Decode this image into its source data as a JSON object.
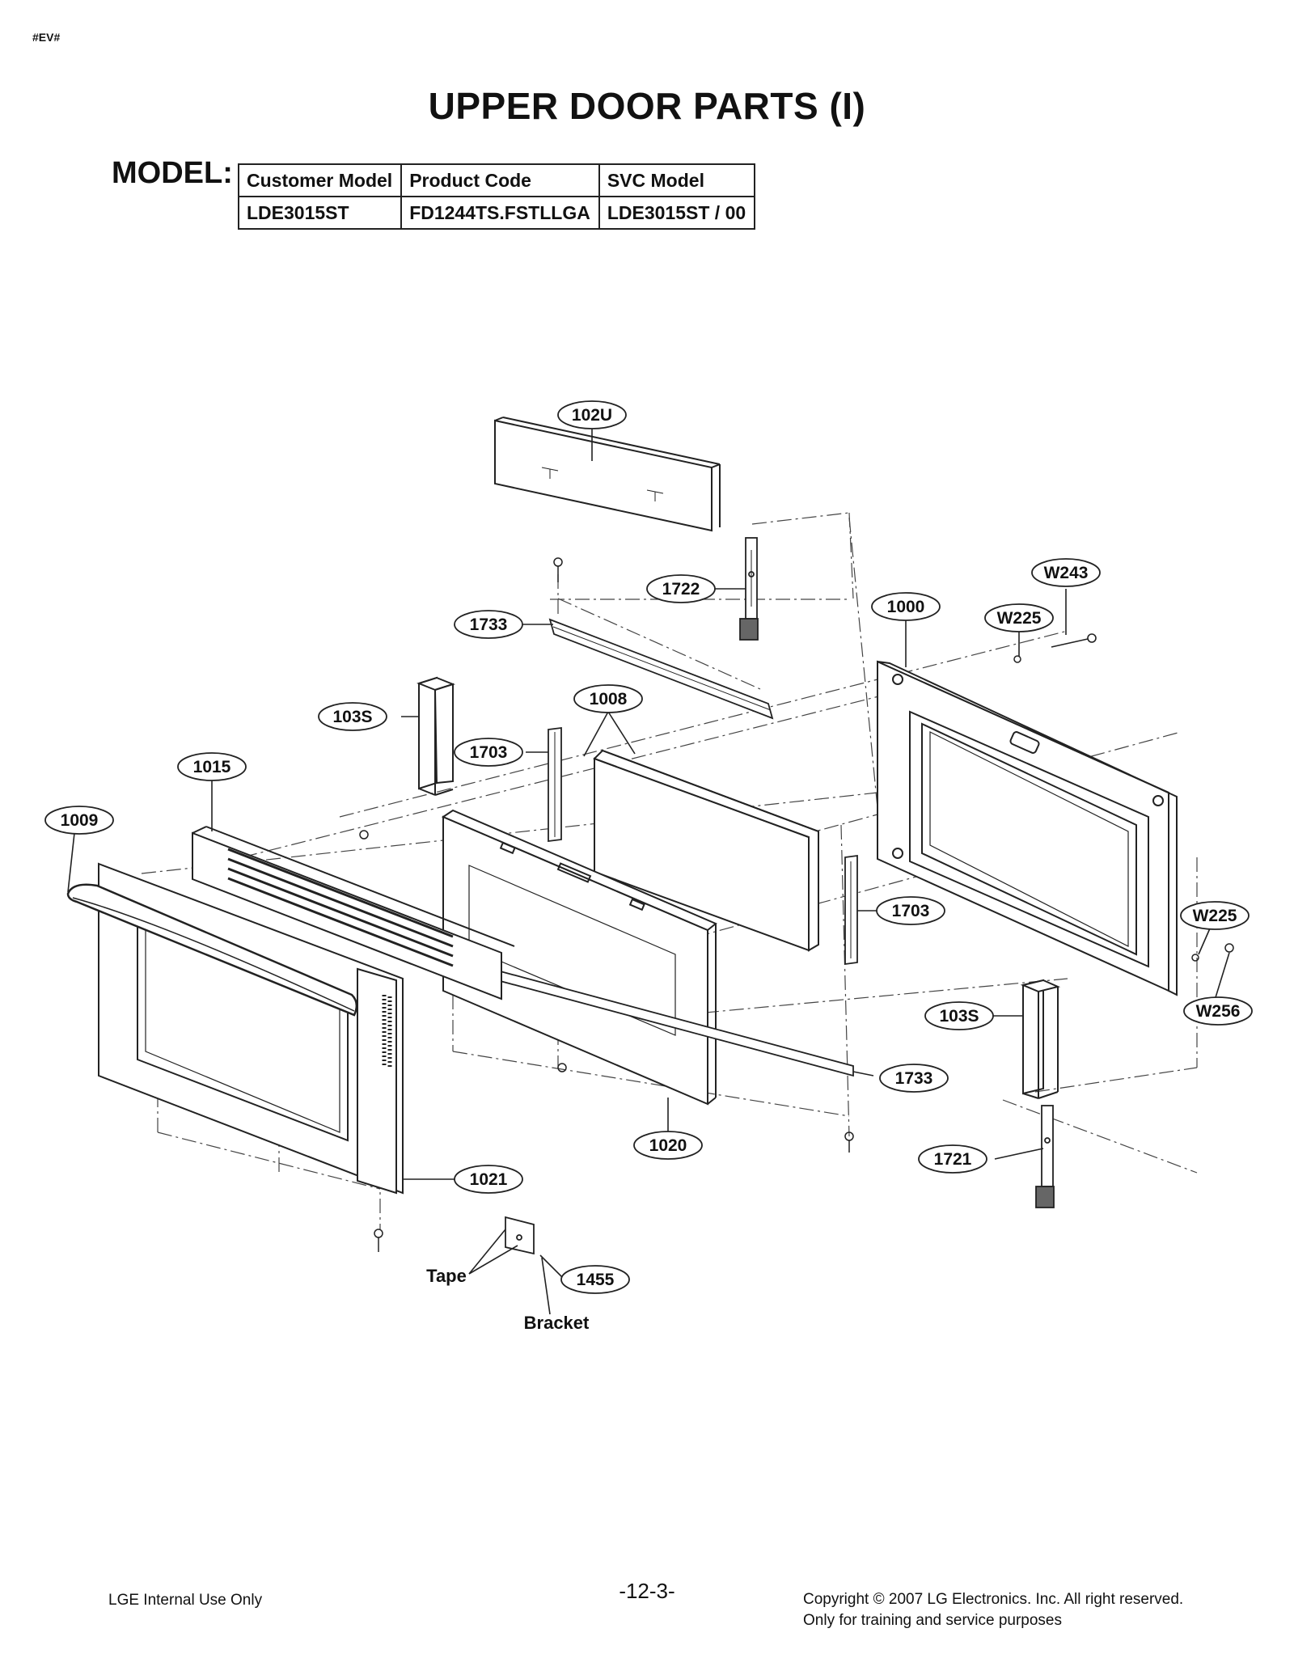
{
  "header": {
    "corner_mark": "#EV#",
    "title": "UPPER DOOR PARTS (I)",
    "model_label": "MODEL:"
  },
  "model_table": {
    "headers": [
      "Customer Model",
      "Product Code",
      "SVC Model"
    ],
    "row": [
      "LDE3015ST",
      "FD1244TS.FSTLLGA",
      "LDE3015ST / 00"
    ]
  },
  "callouts": {
    "c102u": "102U",
    "c1722": "1722",
    "w243": "W243",
    "c1000": "1000",
    "w225_top": "W225",
    "c1733_top": "1733",
    "c1008": "1008",
    "c103s_left": "103S",
    "c1703_left": "1703",
    "c1015": "1015",
    "c1009": "1009",
    "c1703_right": "1703",
    "w225_right": "W225",
    "c103s_right": "103S",
    "w256": "W256",
    "c1733_bottom": "1733",
    "c1020": "1020",
    "c1721": "1721",
    "c1021": "1021",
    "c1455": "1455"
  },
  "labels": {
    "tape": "Tape",
    "bracket": "Bracket"
  },
  "footer": {
    "left": "LGE Internal Use Only",
    "page_number": "-12-3-",
    "copyright": "Copyright © 2007 LG Electronics. Inc. All right reserved.",
    "training": "Only for training and service purposes"
  }
}
